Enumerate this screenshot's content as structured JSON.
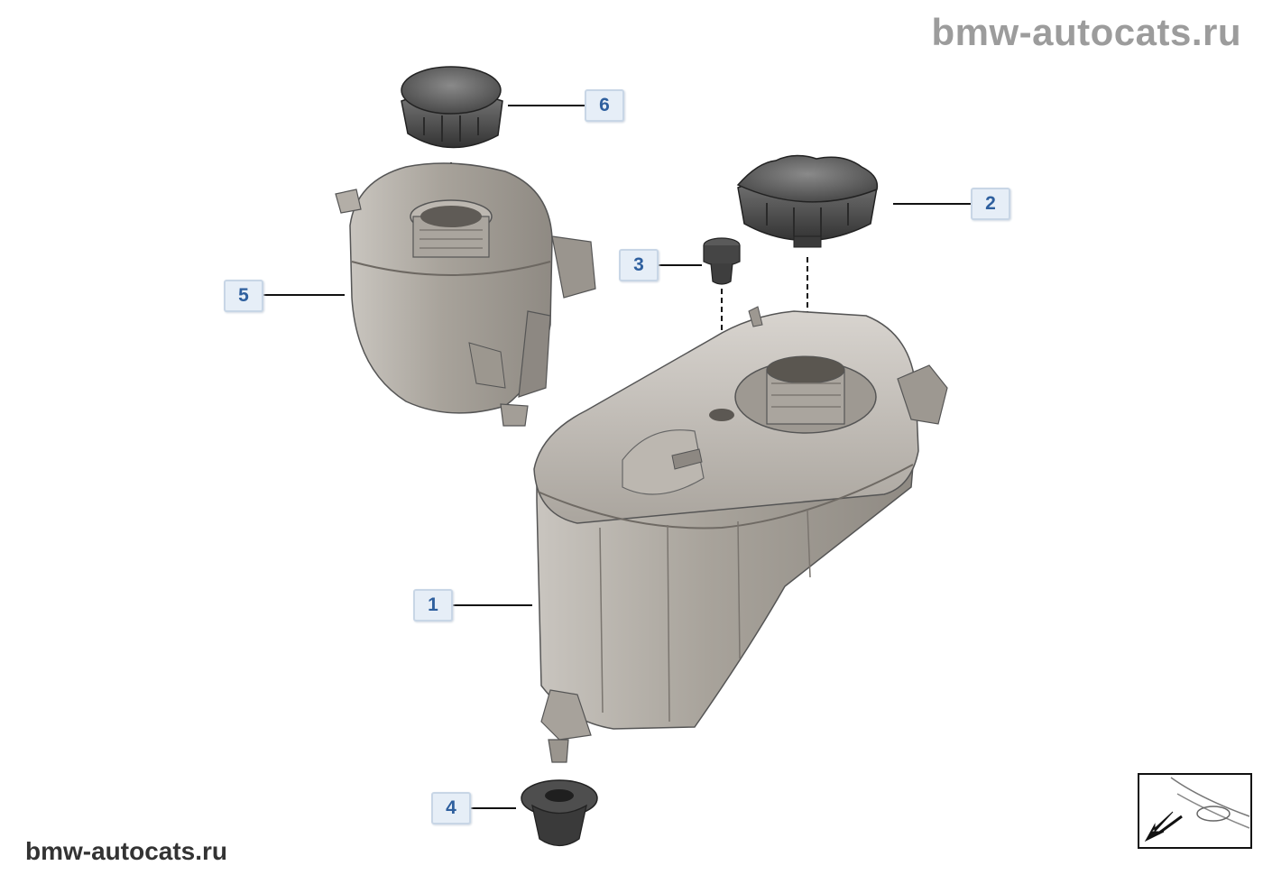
{
  "watermark": {
    "top": "bmw-autocats.ru",
    "bottom": "bmw-autocats.ru"
  },
  "callouts": {
    "c1": "1",
    "c2": "2",
    "c3": "3",
    "c4": "4",
    "c5": "5",
    "c6": "6"
  },
  "colors": {
    "callout_text": "#2e5f9e",
    "callout_bg": "#e6eef7",
    "part_body": "#a9a49d",
    "cap": "#4a4a4a"
  }
}
